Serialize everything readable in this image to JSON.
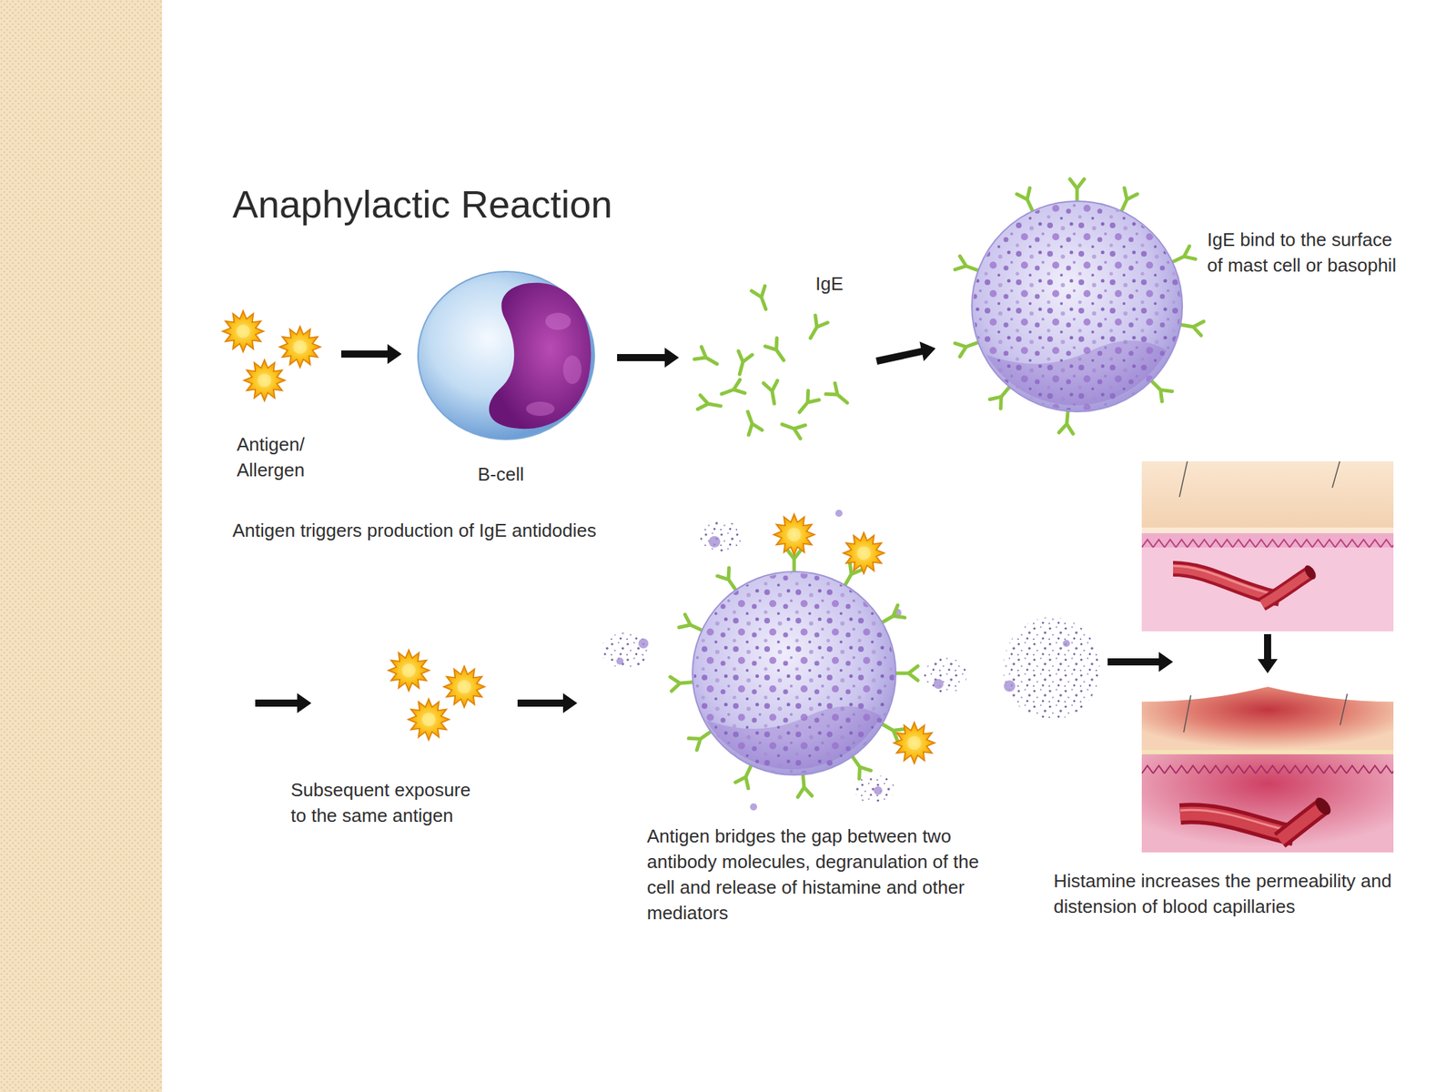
{
  "diagram": {
    "title": "Anaphylactic Reaction",
    "nodes": [
      {
        "text": [
          "Antigen/ Allergen"
        ]
      },
      {
        "text": [
          "B-cell"
        ]
      },
      {
        "text": [
          "IgE"
        ]
      },
      {
        "text": [
          "IgE bind to the surface of mast cell or basophil"
        ]
      },
      {
        "text": [
          "Subsequent exposure to the same antigen"
        ]
      },
      {
        "text": [
          "Antigen bridges the gap between two antibody molecules, degranulation of the cell and release of histamine and other mediators"
        ]
      },
      {
        "text": [
          "Histamine increases the permeability and distension of blood capillaries"
        ]
      }
    ],
    "edges": [
      {
        "from": 0,
        "to": 1,
        "arrow": "to"
      },
      {
        "from": 1,
        "to": 2,
        "arrow": "to"
      },
      {
        "from": 2,
        "to": 3,
        "arrow": "to"
      },
      {
        "from": 4,
        "to": 5,
        "arrow": "to"
      },
      {
        "from": 5,
        "to": 6,
        "arrow": "to"
      }
    ],
    "labels": [
      "Antigen triggers production of IgE antidodies"
    ]
  }
}
